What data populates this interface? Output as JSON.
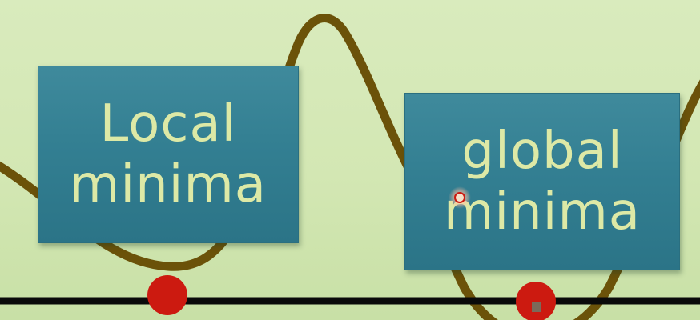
{
  "labels": {
    "local": [
      "Local",
      "minima"
    ],
    "global": [
      "global",
      "minima"
    ]
  },
  "colors": {
    "background": "#d3e7b3",
    "curve": "#6b5209",
    "axis": "#0a0a0a",
    "box_fill": "#337f92",
    "box_text": "#dde9a6",
    "marker": "#cc1a10"
  },
  "icons": {
    "local_marker": "red-dot-icon",
    "global_marker": "red-dot-icon",
    "cursor": "pointer-cursor-icon"
  }
}
